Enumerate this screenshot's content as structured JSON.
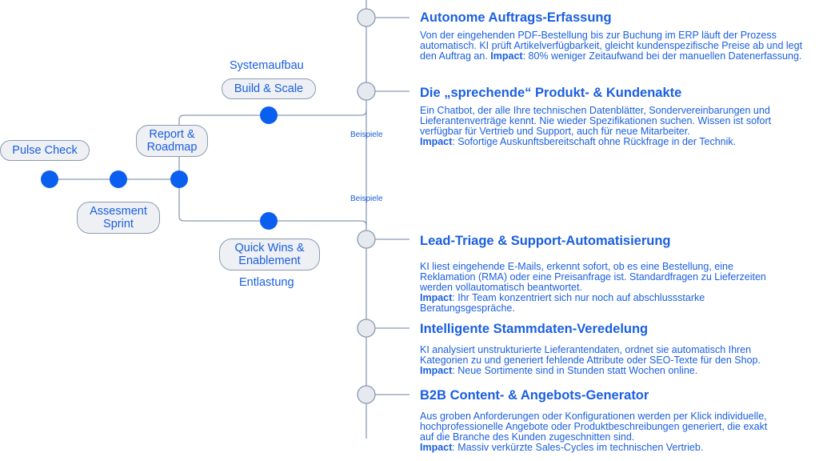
{
  "pills": {
    "pulse_check": "Pulse Check",
    "assessment_sprint": "Assesment Sprint",
    "report_roadmap": "Report & Roadmap",
    "build_scale": "Build & Scale",
    "quick_wins": "Quick Wins & Enablement"
  },
  "labels": {
    "systemaufbau": "Systemaufbau",
    "entlastung": "Entlastung",
    "beispiele_top": "Beispiele",
    "beispiele_bottom": "Beispiele"
  },
  "items": [
    {
      "title": "Autonome Auftrags-Erfassung",
      "text": "Von der eingehenden PDF-Bestellung bis zur Buchung im ERP läuft der Prozess automatisch. KI prüft Artikelverfügbarkeit, gleicht kundenspezifische Preise ab und legt den Auftrag an. ",
      "impact_label": "Impact",
      "impact_text": ": 80% weniger Zeitaufwand bei der manuellen Datenerfassung."
    },
    {
      "title": "Die „sprechende“ Produkt- & Kundenakte",
      "text": "Ein Chatbot, der alle Ihre technischen Datenblätter, Sondervereinbarungen und Lieferantenverträge kennt. Nie wieder Spezifikationen suchen. Wissen ist sofort verfügbar für Vertrieb und Support, auch für neue Mitarbeiter.",
      "impact_label": "Impact",
      "impact_text": ": Sofortige Auskunftsbereitschaft ohne Rückfrage in der Technik."
    },
    {
      "title": "Lead-Triage & Support-Automatisierung",
      "text": "KI liest eingehende E-Mails, erkennt sofort, ob es eine Bestellung, eine Reklamation (RMA) oder eine Preisanfrage ist. Standardfragen zu Lieferzeiten werden vollautomatisch beantwortet.",
      "impact_label": "Impact",
      "impact_text": ": Ihr Team konzentriert sich nur noch auf abschlussstarke Beratungsgespräche."
    },
    {
      "title": "Intelligente Stammdaten-Veredelung",
      "text": "KI analysiert unstrukturierte Lieferantendaten, ordnet sie automatisch Ihren Kategorien zu und generiert fehlende Attribute oder SEO-Texte für den Shop.",
      "impact_label": "Impact",
      "impact_text": ": Neue Sortimente sind in Stunden statt Wochen online."
    },
    {
      "title": "B2B Content- & Angebots-Generator",
      "text": "Aus groben Anforderungen oder Konfigurationen werden per Klick individuelle, hochprofessionelle Angebote oder Produktbeschreibungen generiert, die exakt auf die Branche des Kunden zugeschnitten sind.",
      "impact_label": "Impact",
      "impact_text": ": Massiv verkürzte Sales-Cycles im technischen Vertrieb."
    }
  ],
  "colors": {
    "accent": "#0a5ff0",
    "node_fill": "#e6e9ee",
    "line": "#8a9bb3",
    "text": "#1a5fe0"
  }
}
